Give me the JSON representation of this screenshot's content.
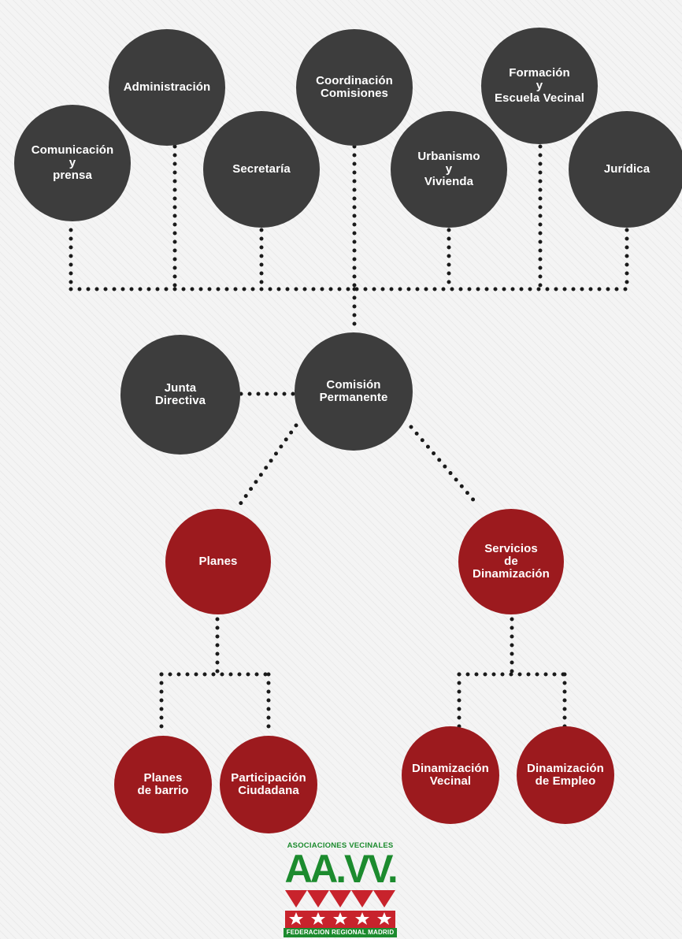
{
  "nodes": {
    "comunicacion": "Comunicación\ny\nprensa",
    "administracion": "Administración",
    "secretaria": "Secretaría",
    "coordinacion": "Coordinación\nComisiones",
    "urbanismo": "Urbanismo\ny\nVivienda",
    "formacion": "Formación\ny\nEscuela Vecinal",
    "juridica": "Jurídica",
    "junta": "Junta\nDirectiva",
    "comision": "Comisión\nPermanente",
    "planes": "Planes",
    "servicios": "Servicios\nde\nDinamización",
    "planes_barrio": "Planes\nde barrio",
    "participacion": "Participación\nCiudadana",
    "dinamizacion_vecinal": "Dinamización\nVecinal",
    "dinamizacion_empleo": "Dinamización\nde Empleo"
  },
  "logo": {
    "top_text": "ASOCIACIONES VECINALES",
    "main_text": "AA.VV.",
    "bottom_text": "FEDERACION REGIONAL MADRID"
  },
  "colors": {
    "dark_node": "#3d3d3d",
    "red_node": "#9c1a1e",
    "connector": "#1a1a1a",
    "logo_green": "#1c8b2e",
    "logo_red": "#c8232c"
  }
}
